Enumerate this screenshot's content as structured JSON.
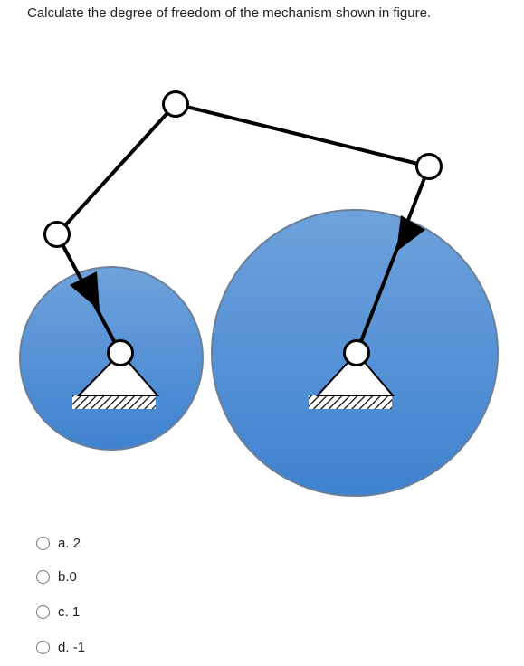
{
  "question": {
    "text": "Calculate the degree of freedom of the mechanism shown in figure."
  },
  "colors": {
    "wheel_top": "#6ea2dc",
    "wheel_bottom": "#3f82cf",
    "wheel_edge": "#6a7f9a",
    "link": "#000000",
    "ground_hatch": "#000000"
  },
  "options": [
    {
      "letter": "a.",
      "value": "2"
    },
    {
      "letter": "b.",
      "value": "0"
    },
    {
      "letter": "c.",
      "value": "1"
    },
    {
      "letter": "d.",
      "value": "-1"
    }
  ]
}
